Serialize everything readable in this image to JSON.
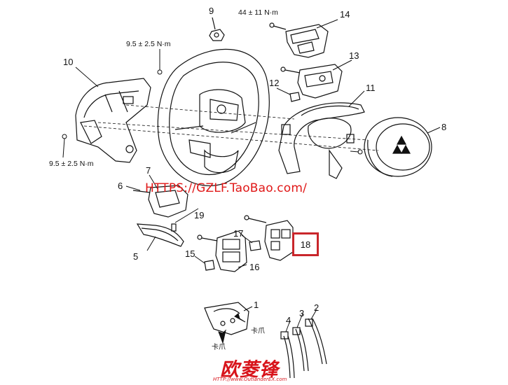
{
  "labels": {
    "p1": "1",
    "p2": "2",
    "p3": "3",
    "p4": "4",
    "p5": "5",
    "p6": "6",
    "p7": "7",
    "p8": "8",
    "p9": "9",
    "p10": "10",
    "p11": "11",
    "p12": "12",
    "p13": "13",
    "p14": "14",
    "p15": "15",
    "p16": "16",
    "p17": "17",
    "p18": "18",
    "p19": "19"
  },
  "torque": {
    "top": "44 ± 11 N·m",
    "upper_left": "9.5 ± 2.5 N·m",
    "lower_left": "9.5 ± 2.5 N·m"
  },
  "claw_labels": {
    "claw_right": "卡爪",
    "claw_bottom": "卡爪"
  },
  "watermark": "HTTPS://GZLF.TaoBao.com/",
  "logo": {
    "text": "欧菱锋",
    "url": "HTTP://www.OutlanderEX.com"
  },
  "colors": {
    "highlight_box": "#c9262b",
    "watermark": "#e01818",
    "logo": "#d8141b"
  }
}
